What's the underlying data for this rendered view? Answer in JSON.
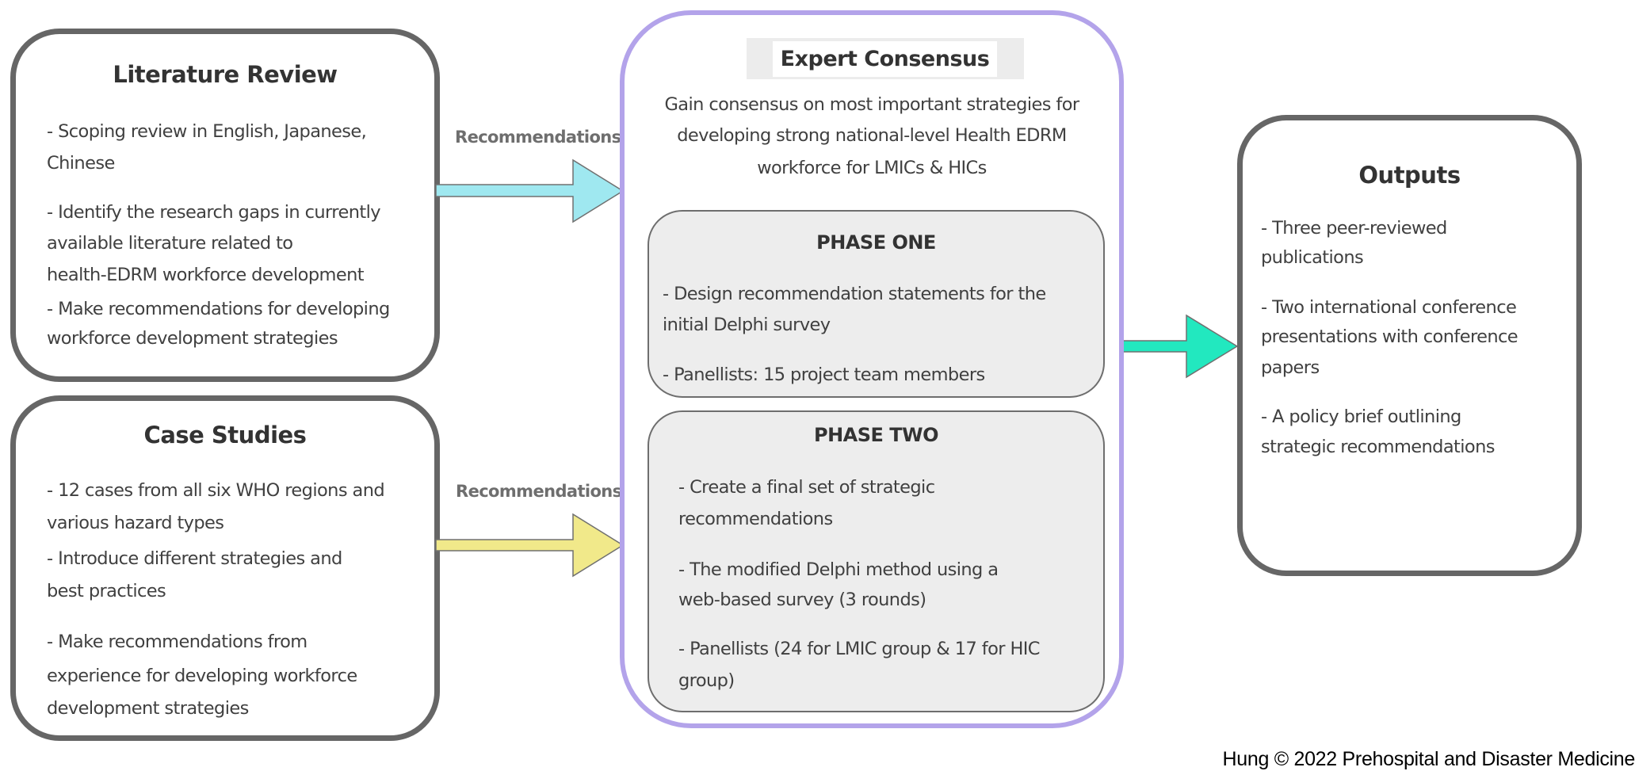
{
  "literature_review": {
    "title": "Literature Review",
    "lines": [
      "- Scoping review in English, Japanese,",
      "Chinese",
      "- Identify the research gaps in  currently",
      "available literature related to",
      "health-EDRM workforce development",
      "- Make recommendations for developing",
      "workforce development strategies"
    ]
  },
  "case_studies": {
    "title": "Case Studies",
    "lines": [
      "- 12 cases from all six WHO regions and",
      "various hazard types",
      "- Introduce different strategies and",
      "best practices",
      "- Make recommendations from",
      "experience for developing workforce",
      "development strategies"
    ]
  },
  "arrows": {
    "top_label": "Recommendations",
    "bottom_label": "Recommendations",
    "colors": {
      "literature": "#9fe8f0",
      "case_studies": "#f1e98a",
      "outputs": "#22e8bf"
    }
  },
  "expert_consensus": {
    "title": "Expert Consensus",
    "description": [
      "Gain consensus on most important strategies for",
      "developing strong national-level Health EDRM",
      "workforce for LMICs & HICs"
    ],
    "phase_one": {
      "title": "PHASE ONE",
      "lines": [
        "- Design recommendation statements for the",
        "initial Delphi survey",
        "- Panellists: 15 project team members"
      ]
    },
    "phase_two": {
      "title": "PHASE TWO",
      "lines": [
        "- Create a final set of strategic",
        "recommendations",
        "- The modified Delphi method using a",
        "web-based survey (3 rounds)",
        "- Panellists (24 for LMIC group & 17 for HIC",
        "group)"
      ]
    },
    "border_color": "#b3a3ea"
  },
  "outputs": {
    "title": "Outputs",
    "lines": [
      "- Three peer-reviewed",
      "publications",
      "- Two international conference",
      "presentations with conference",
      "papers",
      "- A policy brief outlining",
      "strategic recommendations"
    ]
  },
  "footer": "Hung © 2022 Prehospital and Disaster Medicine"
}
